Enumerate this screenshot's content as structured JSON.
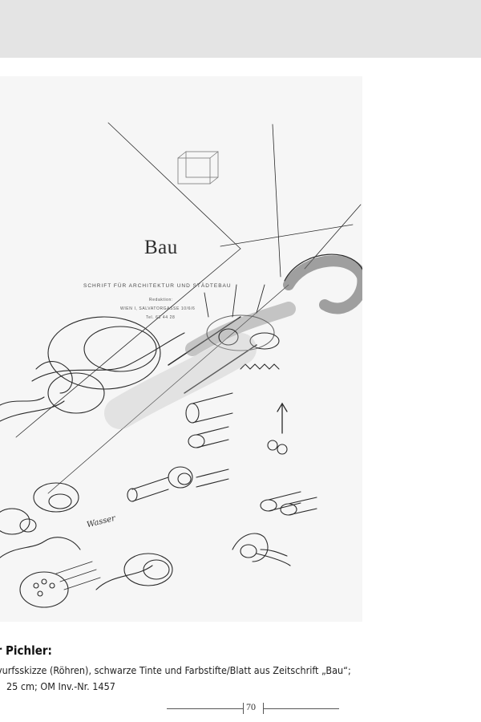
{
  "figure": {
    "letterhead": {
      "title": "Bau",
      "subtitle": "SCHRIFT FÜR ARCHITEKTUR UND STÄDTEBAU",
      "address_lines": [
        "Redaktion:",
        "WIEN I, SALVATORGASSE 10/6/6",
        "Tel. 63 44 28"
      ]
    },
    "handwritten_note": "Wasser",
    "arrow_glyph": "↑"
  },
  "caption": {
    "author": "ter Pichler:",
    "line1": "vurfsskizze (Röhren), schwarze Tinte und Farbstifte/Blatt aus Zeitschrift „Bau“;",
    "line2": "25 cm; OM Inv.-Nr. 1457"
  },
  "footer": {
    "page_number": "70"
  },
  "colors": {
    "top_band": "#e4e4e4",
    "paper": "#f6f6f6",
    "ink": "#1a1a1a"
  }
}
